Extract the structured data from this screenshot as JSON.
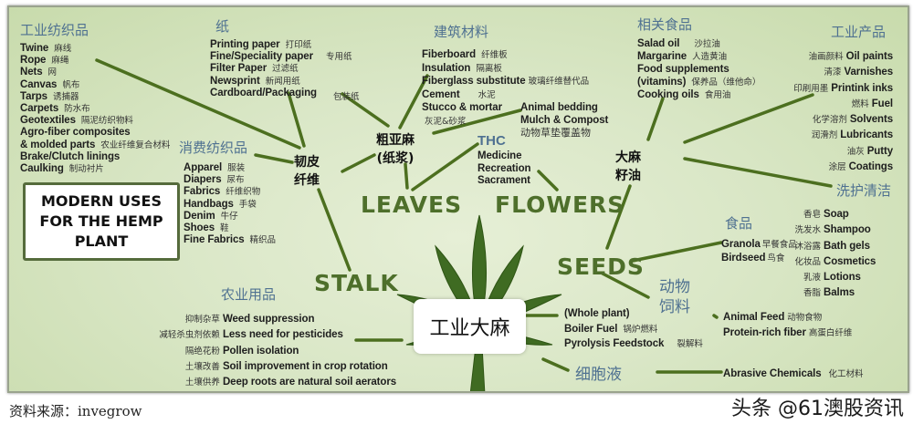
{
  "title_box": "MODERN USES\nFOR THE HEMP\nPLANT",
  "center": "工业大麻",
  "parts": {
    "stalk": "STALK",
    "leaves": "LEAVES",
    "flowers": "FLOWERS",
    "seeds": "SEEDS"
  },
  "hubs": {
    "bast_fiber": "韧皮\n纤维",
    "hurds": "粗亚麻\n(纸浆)",
    "seed_oil": "大麻\n籽油"
  },
  "industrial_textiles": {
    "title": "工业纺织品",
    "items": [
      {
        "en": "Twine",
        "zh": "麻线"
      },
      {
        "en": "Rope",
        "zh": "麻绳"
      },
      {
        "en": "Nets",
        "zh": "网"
      },
      {
        "en": "Canvas",
        "zh": "帆布"
      },
      {
        "en": "Tarps",
        "zh": "诱捕器"
      },
      {
        "en": "Carpets",
        "zh": "防水布"
      },
      {
        "en": "Geotextiles",
        "zh": "隔泥纺织物料"
      },
      {
        "en": "Agro-fiber composites",
        "zh": ""
      },
      {
        "en": "& molded parts",
        "zh": "农业纤维复合材料"
      },
      {
        "en": "Brake/Clutch linings",
        "zh": ""
      },
      {
        "en": "Caulking",
        "zh": "制动衬片"
      }
    ]
  },
  "paper": {
    "title": "纸",
    "items": [
      {
        "en": "Printing paper",
        "zh": "打印纸"
      },
      {
        "en": "Fine/Speciality paper",
        "zh": "专用纸"
      },
      {
        "en": "Filter Paper",
        "zh": "过滤纸"
      },
      {
        "en": "Newsprint",
        "zh": "新闻用纸"
      },
      {
        "en": "Cardboard/Packaging",
        "zh": "包装纸"
      }
    ]
  },
  "building_materials": {
    "title": "建筑材料",
    "items": [
      {
        "en": "Fiberboard",
        "zh": "纤维板"
      },
      {
        "en": "Insulation",
        "zh": "隔离板"
      },
      {
        "en": "Fiberglass substitute",
        "zh": "玻璃纤维替代品"
      },
      {
        "en": "Cement",
        "zh": "水泥"
      },
      {
        "en": "Stucco & mortar",
        "zh": ""
      }
    ],
    "extra_zh": "灰泥&砂浆"
  },
  "animal_bedding": {
    "items": [
      {
        "en": "Animal bedding"
      },
      {
        "en": "Mulch & Compost"
      }
    ],
    "zh": "动物草垫覆盖物"
  },
  "thc": {
    "title": "THC",
    "items": [
      "Medicine",
      "Recreation",
      "Sacrament"
    ]
  },
  "consumer_textiles": {
    "title": "消费纺织品",
    "items": [
      {
        "en": "Apparel",
        "zh": "服装"
      },
      {
        "en": "Diapers",
        "zh": "尿布"
      },
      {
        "en": "Fabrics",
        "zh": "纤维织物"
      },
      {
        "en": "Handbags",
        "zh": "手袋"
      },
      {
        "en": "Denim",
        "zh": "牛仔"
      },
      {
        "en": "Shoes",
        "zh": "鞋"
      },
      {
        "en": "Fine Fabrics",
        "zh": "精织品"
      }
    ]
  },
  "related_foods": {
    "title": "相关食品",
    "items": [
      {
        "en": "Salad oil",
        "zh": "沙拉油"
      },
      {
        "en": "Margarine",
        "zh": "人造黄油"
      },
      {
        "en": "Food supplements",
        "zh": ""
      },
      {
        "en": "(vitamins)",
        "zh": "保养品（维他命）"
      },
      {
        "en": "Cooking oils",
        "zh": "食用油"
      }
    ]
  },
  "industrial_products": {
    "title": "工业产品",
    "items": [
      {
        "zh": "油画颜料",
        "en": "Oil paints"
      },
      {
        "zh": "清漆",
        "en": "Varnishes"
      },
      {
        "zh": "印刷用墨",
        "en": "Printink inks"
      },
      {
        "zh": "燃料",
        "en": "Fuel"
      },
      {
        "zh": "化学溶剂",
        "en": "Solvents"
      },
      {
        "zh": "润滑剂",
        "en": "Lubricants"
      },
      {
        "zh": "油灰",
        "en": "Putty"
      },
      {
        "zh": "涂层",
        "en": "Coatings"
      }
    ]
  },
  "personal_care": {
    "title": "洗护清洁",
    "items": [
      {
        "zh": "香皂",
        "en": "Soap"
      },
      {
        "zh": "洗发水",
        "en": "Shampoo"
      },
      {
        "zh": "沐浴露",
        "en": "Bath gels"
      },
      {
        "zh": "化妆品",
        "en": "Cosmetics"
      },
      {
        "zh": "乳液",
        "en": "Lotions"
      },
      {
        "zh": "香脂",
        "en": "Balms"
      }
    ]
  },
  "foods": {
    "title": "食品",
    "items": [
      {
        "en": "Granola",
        "zh": "早餐食品"
      },
      {
        "en": "Birdseed",
        "zh": "鸟食"
      }
    ]
  },
  "animal_feed": {
    "title": "动物\n饲料",
    "items": [
      {
        "en": "Animal Feed",
        "zh": "动物食物"
      },
      {
        "en": "Protein-rich fiber",
        "zh": "高蛋白纤维"
      }
    ]
  },
  "whole_plant": {
    "items": [
      {
        "en": "(Whole plant)",
        "zh": ""
      },
      {
        "en": "Boiler Fuel",
        "zh": "锅炉燃料"
      },
      {
        "en": "Pyrolysis Feedstock",
        "zh": "裂解料"
      }
    ]
  },
  "cell_sap": {
    "title": "细胞液",
    "items": [
      {
        "en": "Abrasive Chemicals",
        "zh": "化工材料"
      }
    ]
  },
  "agriculture": {
    "title": "农业用品",
    "items": [
      {
        "zh": "抑制杂草",
        "en": "Weed suppression"
      },
      {
        "zh": "减轻杀虫剂依赖",
        "en": "Less need for pesticides"
      },
      {
        "zh": "隔绝花粉",
        "en": "Pollen isolation"
      },
      {
        "zh": "土壤改善",
        "en": "Soil improvement in crop rotation"
      },
      {
        "zh": "土壤供养",
        "en": "Deep roots are natural soil aerators"
      }
    ]
  },
  "source": "资料来源：invegrow",
  "watermark": "头条 @61澳股资讯",
  "colors": {
    "background": "#dae7c7",
    "line": "#4c6f1f",
    "category": "#4f7191",
    "part_label": "#4e6f2b",
    "leaf": "#3f6b22"
  }
}
